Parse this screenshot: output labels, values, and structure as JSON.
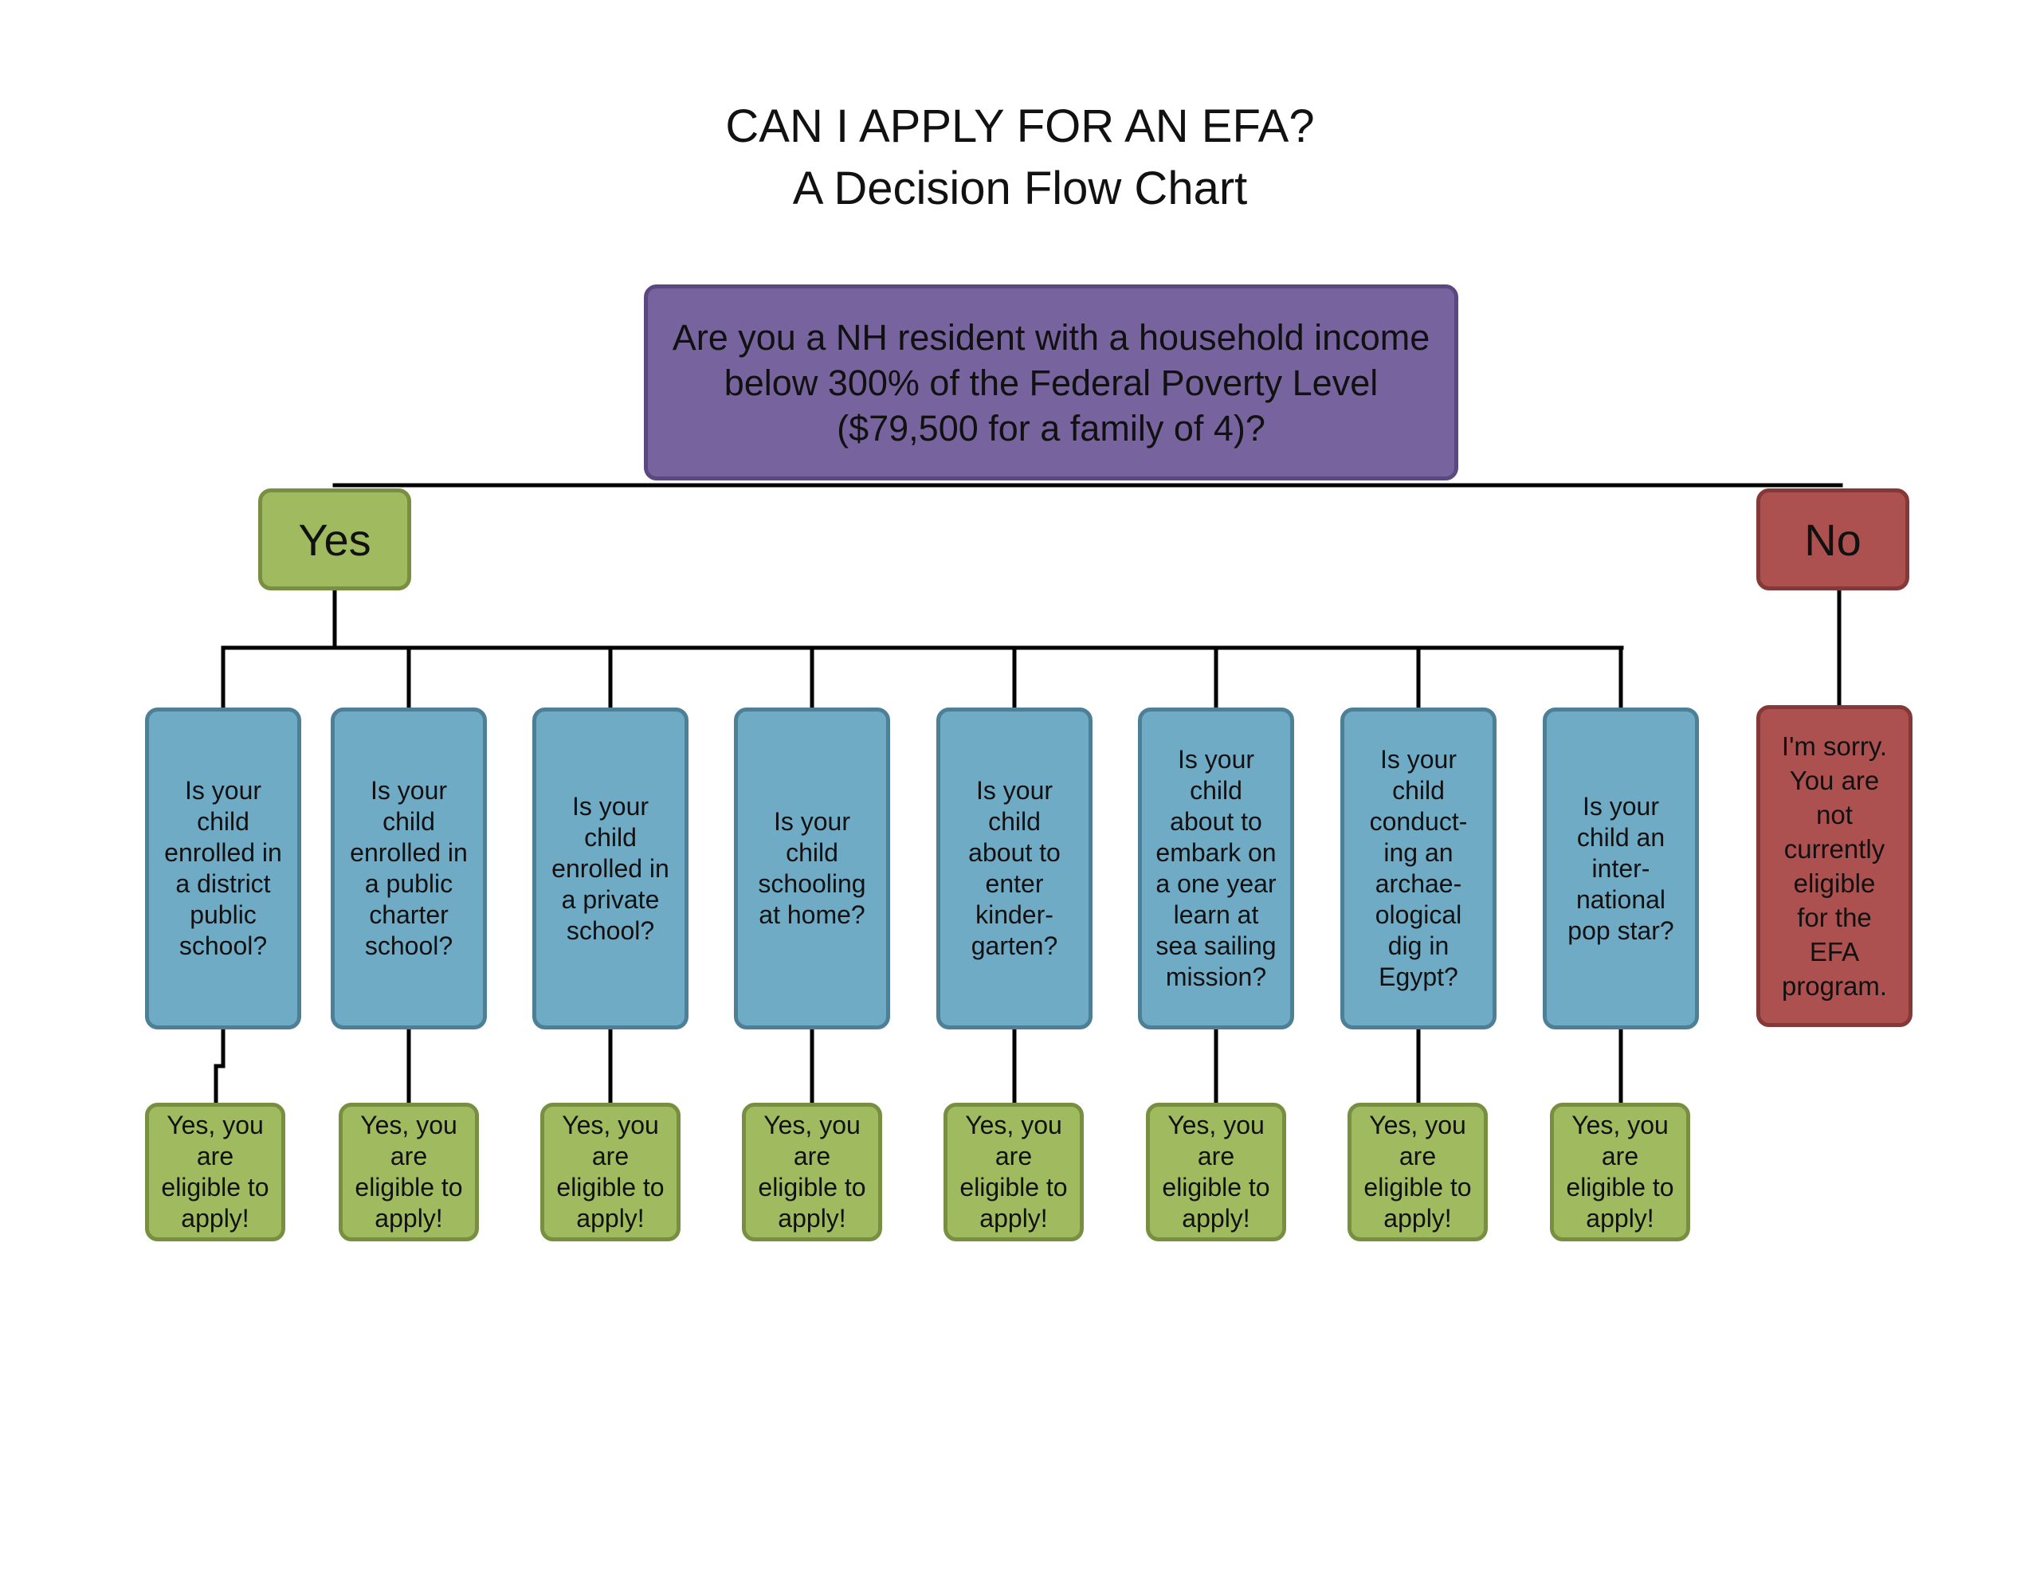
{
  "title": {
    "line1": "CAN I APPLY FOR AN EFA?",
    "line2": "A Decision Flow Chart"
  },
  "question": "Are you a NH resident with a household income below 300% of the Federal Poverty Level ($79,500 for a family of 4)?",
  "branches": {
    "yes": "Yes",
    "no": "No"
  },
  "sub_questions": [
    "Is your\nchild\nenrolled in\na district\npublic\nschool?",
    "Is your\nchild\nenrolled in\na public\ncharter\nschool?",
    "Is your\nchild\nenrolled in\na private\nschool?",
    "Is your\nchild\nschooling\nat home?",
    "Is your\nchild\nabout to\nenter\nkinder-\ngarten?",
    "Is your\nchild\nabout to\nembark on\na one year\nlearn at\nsea sailing\nmission?",
    "Is your\nchild\nconduct-\ning an\narchae-\nological\ndig in\nEgypt?",
    "Is your\nchild an\ninter-\nnational\npop star?"
  ],
  "result_text": "Yes, you\nare\neligible to\napply!",
  "no_result": "I'm sorry.\nYou are\nnot\ncurrently\neligible\nfor the\nEFA\nprogram.",
  "colors": {
    "question_fill": "#77649e",
    "question_border": "#5a4880",
    "yes_fill": "#a0bb5f",
    "yes_border": "#788f41",
    "no_fill": "#ad5150",
    "no_border": "#853838",
    "sub_fill": "#70abc6",
    "sub_border": "#4d7f97",
    "line": "#000000"
  }
}
